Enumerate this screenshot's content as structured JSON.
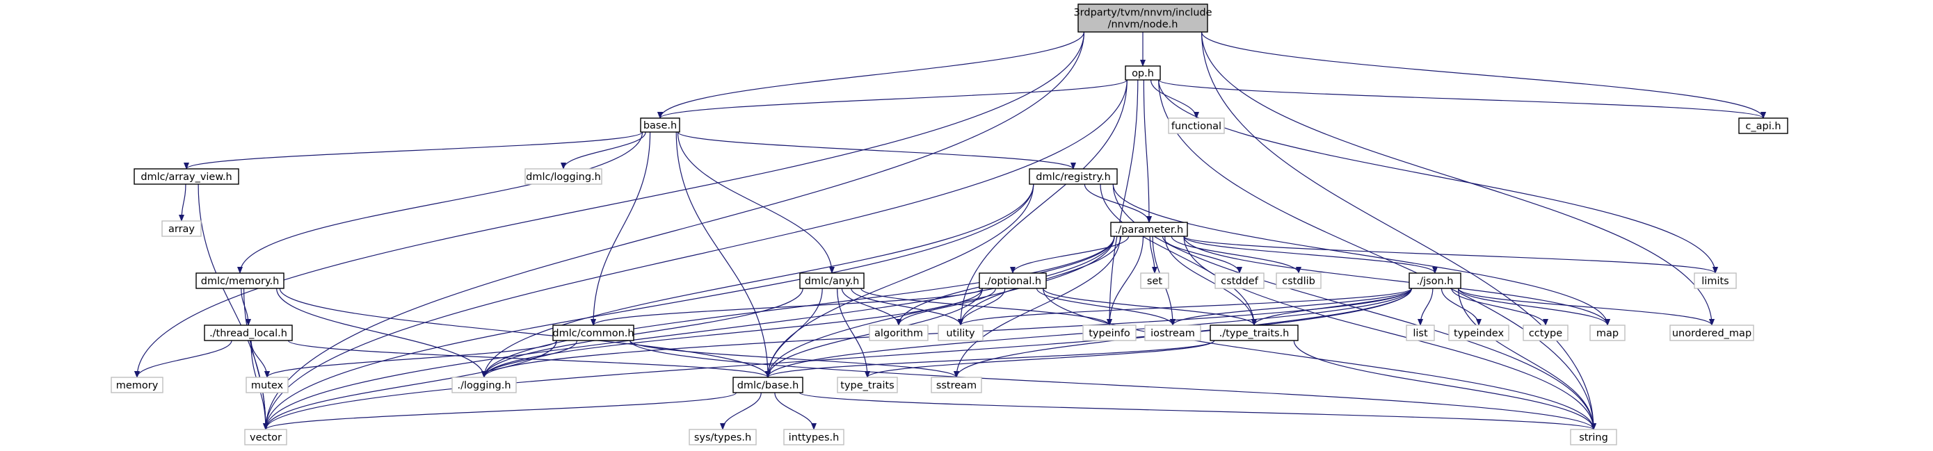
{
  "nodes": [
    {
      "id": "root",
      "label": [
        "3rdparty/tvm/nnvm/include",
        "/nnvm/node.h"
      ],
      "kind": "root"
    },
    {
      "id": "op",
      "label": [
        "op.h"
      ],
      "kind": "doc"
    },
    {
      "id": "base",
      "label": [
        "base.h"
      ],
      "kind": "doc"
    },
    {
      "id": "capi",
      "label": [
        "c_api.h"
      ],
      "kind": "doc"
    },
    {
      "id": "functional",
      "label": [
        "functional"
      ],
      "kind": "sys"
    },
    {
      "id": "arrayview",
      "label": [
        "dmlc/array_view.h"
      ],
      "kind": "doc"
    },
    {
      "id": "dmlclogging",
      "label": [
        "dmlc/logging.h"
      ],
      "kind": "sys"
    },
    {
      "id": "registry",
      "label": [
        "dmlc/registry.h"
      ],
      "kind": "doc"
    },
    {
      "id": "array",
      "label": [
        "array"
      ],
      "kind": "sys"
    },
    {
      "id": "parameter",
      "label": [
        "./parameter.h"
      ],
      "kind": "doc"
    },
    {
      "id": "memory_h",
      "label": [
        "dmlc/memory.h"
      ],
      "kind": "doc"
    },
    {
      "id": "any",
      "label": [
        "dmlc/any.h"
      ],
      "kind": "doc"
    },
    {
      "id": "optional",
      "label": [
        "./optional.h"
      ],
      "kind": "doc"
    },
    {
      "id": "json",
      "label": [
        "./json.h"
      ],
      "kind": "doc"
    },
    {
      "id": "set",
      "label": [
        "set"
      ],
      "kind": "sys"
    },
    {
      "id": "cstddef",
      "label": [
        "cstddef"
      ],
      "kind": "sys"
    },
    {
      "id": "cstdlib",
      "label": [
        "cstdlib"
      ],
      "kind": "sys"
    },
    {
      "id": "limits",
      "label": [
        "limits"
      ],
      "kind": "sys"
    },
    {
      "id": "threadlocal",
      "label": [
        "./thread_local.h"
      ],
      "kind": "doc"
    },
    {
      "id": "common",
      "label": [
        "dmlc/common.h"
      ],
      "kind": "doc"
    },
    {
      "id": "algorithm",
      "label": [
        "algorithm"
      ],
      "kind": "sys"
    },
    {
      "id": "utility",
      "label": [
        "utility"
      ],
      "kind": "sys"
    },
    {
      "id": "typeinfo",
      "label": [
        "typeinfo"
      ],
      "kind": "sys"
    },
    {
      "id": "iostream",
      "label": [
        "iostream"
      ],
      "kind": "sys"
    },
    {
      "id": "typetraits_h",
      "label": [
        "./type_traits.h"
      ],
      "kind": "doc"
    },
    {
      "id": "list",
      "label": [
        "list"
      ],
      "kind": "sys"
    },
    {
      "id": "typeindex",
      "label": [
        "typeindex"
      ],
      "kind": "sys"
    },
    {
      "id": "cctype",
      "label": [
        "cctype"
      ],
      "kind": "sys"
    },
    {
      "id": "map",
      "label": [
        "map"
      ],
      "kind": "sys"
    },
    {
      "id": "unordered_map",
      "label": [
        "unordered_map"
      ],
      "kind": "sys"
    },
    {
      "id": "memory",
      "label": [
        "memory"
      ],
      "kind": "sys"
    },
    {
      "id": "mutex",
      "label": [
        "mutex"
      ],
      "kind": "sys"
    },
    {
      "id": "logging",
      "label": [
        "./logging.h"
      ],
      "kind": "sys"
    },
    {
      "id": "dmlcbase",
      "label": [
        "dmlc/base.h"
      ],
      "kind": "doc"
    },
    {
      "id": "type_traits",
      "label": [
        "type_traits"
      ],
      "kind": "sys"
    },
    {
      "id": "sstream",
      "label": [
        "sstream"
      ],
      "kind": "sys"
    },
    {
      "id": "vector",
      "label": [
        "vector"
      ],
      "kind": "sys"
    },
    {
      "id": "systypes",
      "label": [
        "sys/types.h"
      ],
      "kind": "sys"
    },
    {
      "id": "inttypes",
      "label": [
        "inttypes.h"
      ],
      "kind": "sys"
    },
    {
      "id": "string",
      "label": [
        "string"
      ],
      "kind": "sys"
    }
  ],
  "edges": [
    [
      "root",
      "op"
    ],
    [
      "root",
      "base"
    ],
    [
      "root",
      "capi"
    ],
    [
      "root",
      "memory"
    ],
    [
      "root",
      "vector"
    ],
    [
      "root",
      "string"
    ],
    [
      "root",
      "unordered_map"
    ],
    [
      "op",
      "base"
    ],
    [
      "op",
      "capi"
    ],
    [
      "op",
      "functional"
    ],
    [
      "op",
      "parameter"
    ],
    [
      "op",
      "utility"
    ],
    [
      "op",
      "typeinfo"
    ],
    [
      "op",
      "limits"
    ],
    [
      "op",
      "vector"
    ],
    [
      "op",
      "string"
    ],
    [
      "base",
      "arrayview"
    ],
    [
      "base",
      "dmlclogging"
    ],
    [
      "base",
      "registry"
    ],
    [
      "base",
      "memory_h"
    ],
    [
      "base",
      "any"
    ],
    [
      "base",
      "common"
    ],
    [
      "base",
      "dmlcbase"
    ],
    [
      "arrayview",
      "array"
    ],
    [
      "arrayview",
      "vector"
    ],
    [
      "registry",
      "parameter"
    ],
    [
      "registry",
      "logging"
    ],
    [
      "registry",
      "dmlcbase"
    ],
    [
      "registry",
      "typetraits_h"
    ],
    [
      "registry",
      "map"
    ],
    [
      "registry",
      "string"
    ],
    [
      "registry",
      "vector"
    ],
    [
      "parameter",
      "optional"
    ],
    [
      "parameter",
      "json"
    ],
    [
      "parameter",
      "set"
    ],
    [
      "parameter",
      "cstddef"
    ],
    [
      "parameter",
      "cstdlib"
    ],
    [
      "parameter",
      "limits"
    ],
    [
      "parameter",
      "typeinfo"
    ],
    [
      "parameter",
      "iostream"
    ],
    [
      "parameter",
      "utility"
    ],
    [
      "parameter",
      "algorithm"
    ],
    [
      "parameter",
      "typetraits_h"
    ],
    [
      "parameter",
      "map"
    ],
    [
      "parameter",
      "logging"
    ],
    [
      "parameter",
      "dmlcbase"
    ],
    [
      "parameter",
      "vector"
    ],
    [
      "parameter",
      "string"
    ],
    [
      "parameter",
      "sstream"
    ],
    [
      "memory_h",
      "threadlocal"
    ],
    [
      "memory_h",
      "vector"
    ],
    [
      "memory_h",
      "logging"
    ],
    [
      "memory_h",
      "dmlcbase"
    ],
    [
      "any",
      "algorithm"
    ],
    [
      "any",
      "utility"
    ],
    [
      "any",
      "typeinfo"
    ],
    [
      "any",
      "type_traits"
    ],
    [
      "any",
      "logging"
    ],
    [
      "any",
      "dmlcbase"
    ],
    [
      "optional",
      "iostream"
    ],
    [
      "optional",
      "utility"
    ],
    [
      "optional",
      "algorithm"
    ],
    [
      "optional",
      "typetraits_h"
    ],
    [
      "optional",
      "string"
    ],
    [
      "optional",
      "common"
    ],
    [
      "optional",
      "logging"
    ],
    [
      "optional",
      "dmlcbase"
    ],
    [
      "json",
      "list"
    ],
    [
      "json",
      "typeindex"
    ],
    [
      "json",
      "cctype"
    ],
    [
      "json",
      "map"
    ],
    [
      "json",
      "unordered_map"
    ],
    [
      "json",
      "string"
    ],
    [
      "json",
      "utility"
    ],
    [
      "json",
      "iostream"
    ],
    [
      "json",
      "typetraits_h"
    ],
    [
      "json",
      "logging"
    ],
    [
      "json",
      "dmlcbase"
    ],
    [
      "json",
      "vector"
    ],
    [
      "json",
      "sstream"
    ],
    [
      "threadlocal",
      "memory"
    ],
    [
      "threadlocal",
      "mutex"
    ],
    [
      "threadlocal",
      "vector"
    ],
    [
      "threadlocal",
      "dmlcbase"
    ],
    [
      "common",
      "mutex"
    ],
    [
      "common",
      "logging"
    ],
    [
      "common",
      "vector"
    ],
    [
      "common",
      "sstream"
    ],
    [
      "common",
      "string"
    ],
    [
      "typetraits_h",
      "type_traits"
    ],
    [
      "typetraits_h",
      "string"
    ],
    [
      "typetraits_h",
      "dmlcbase"
    ],
    [
      "dmlcbase",
      "systypes"
    ],
    [
      "dmlcbase",
      "inttypes"
    ],
    [
      "dmlcbase",
      "vector"
    ],
    [
      "dmlcbase",
      "string"
    ]
  ]
}
